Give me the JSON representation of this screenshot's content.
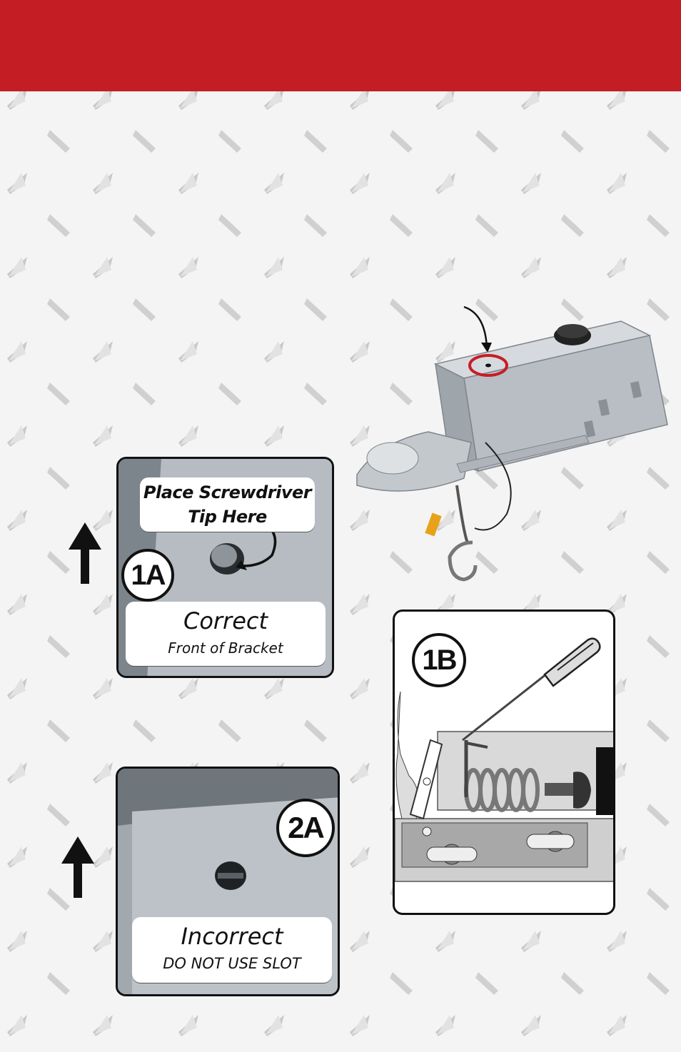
{
  "colors": {
    "header_red": "#c41e24",
    "callout_ring": "#c41e24",
    "background": "#f4f4f4"
  },
  "panel_1a": {
    "badge": "1A",
    "callout_line1": "Place Screwdriver",
    "callout_line2": "Tip Here",
    "caption": "Correct",
    "subcaption": "Front of Bracket"
  },
  "panel_2a": {
    "badge": "2A",
    "caption": "Incorrect",
    "subcaption": "DO NOT USE SLOT"
  },
  "panel_1b": {
    "badge": "1B"
  },
  "icons": {
    "arrow": "arrow-up-icon",
    "screwdriver": "screwdriver-icon",
    "pointer": "curved-arrow-icon"
  }
}
